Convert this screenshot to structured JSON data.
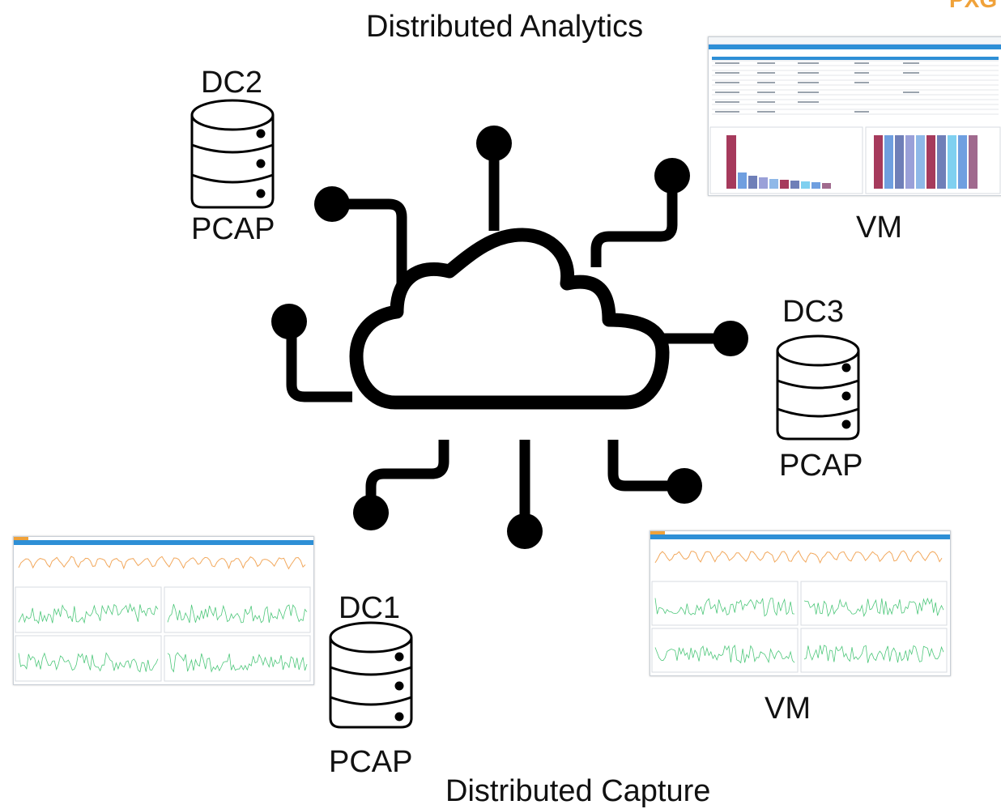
{
  "title_top": "Distributed Analytics",
  "title_bottom": "Distributed Capture",
  "corner_text": "PXG",
  "nodes": {
    "dc1": {
      "name": "DC1",
      "storage": "PCAP"
    },
    "dc2": {
      "name": "DC2",
      "storage": "PCAP"
    },
    "dc3": {
      "name": "DC3",
      "storage": "PCAP"
    }
  },
  "vm_labels": {
    "analytics_vm": "VM",
    "capture_vm": "VM"
  },
  "colors": {
    "line": "#000000",
    "capture_trace": "#4dc77a",
    "timeline": "#f2a85c",
    "bar_primary": "#a63a5c",
    "bar_secondary": "#6f9fe0",
    "header": "#2e8fd6",
    "corner": "#f0a23a"
  },
  "icons": [
    "cloud-network-icon",
    "database-icon",
    "app-screenshot-thumbnail"
  ]
}
